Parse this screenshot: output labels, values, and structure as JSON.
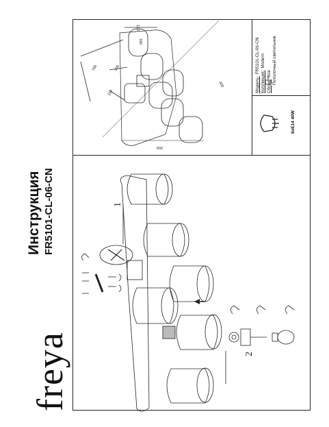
{
  "brand": "freya",
  "title": "Инструкция",
  "model_code": "FR5101-CL-06-CN",
  "info": {
    "model_label": "Модель:",
    "model_value": "FR5101-CL-06-CN",
    "collection_label": "Коллекция:",
    "collection_value": "Modern",
    "mount_label": "Сборк:",
    "mount_value": "Все",
    "type_value": "Потолочный светильник"
  },
  "lamp_spec": "6xE14 40W",
  "dimensions": {
    "d110": "110",
    "d180": "180",
    "d150": "150",
    "d780": "780",
    "d400": "400",
    "d300": "300",
    "d200": "200"
  },
  "steps": {
    "step1": "1",
    "step2": "2"
  }
}
